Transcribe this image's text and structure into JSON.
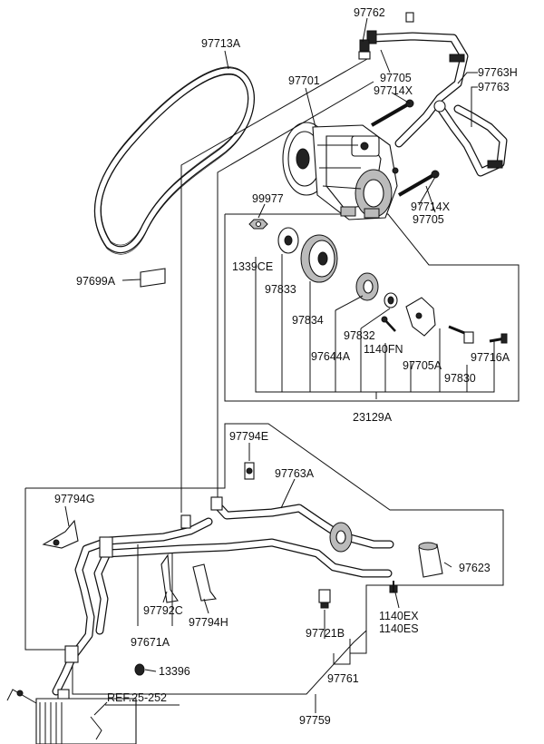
{
  "labels": {
    "p97762": "97762",
    "p97713A": "97713A",
    "p97701": "97701",
    "p97705_top": "97705",
    "p97714X_top": "97714X",
    "p97763H": "97763H",
    "p97763": "97763",
    "p97714X_mid": "97714X",
    "p97705_mid": "97705",
    "p99977": "99977",
    "p1339CE": "1339CE",
    "p97833": "97833",
    "p97699A": "97699A",
    "p97834": "97834",
    "p97832": "97832",
    "p97644A": "97644A",
    "p1140FN": "1140FN",
    "p97705A": "97705A",
    "p97716A": "97716A",
    "p97830": "97830",
    "p23129A": "23129A",
    "p97794E": "97794E",
    "p97763A": "97763A",
    "p97794G": "97794G",
    "p97623": "97623",
    "p97792C": "97792C",
    "p97794H": "97794H",
    "p1140EX": "1140EX",
    "p1140ES": "1140ES",
    "p97671A": "97671A",
    "p97721B": "97721B",
    "p13396": "13396",
    "p97761": "97761",
    "ref": "REF.25-252",
    "p97759": "97759"
  }
}
